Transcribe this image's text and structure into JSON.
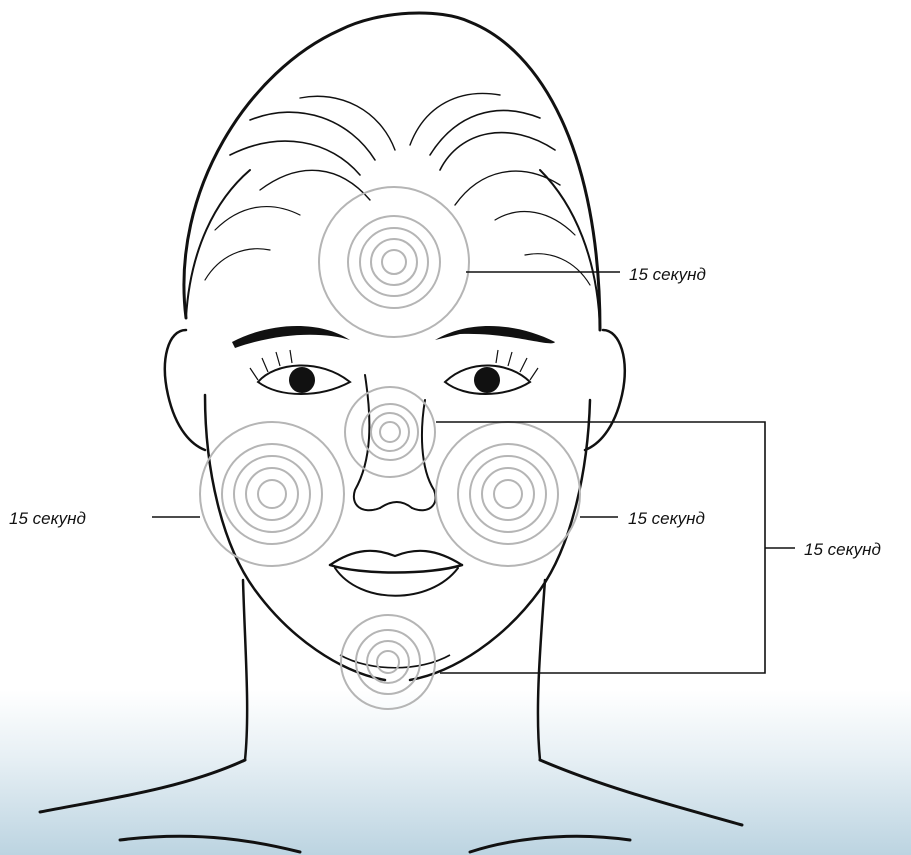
{
  "labels": {
    "forehead": "15 секунд",
    "left_cheek": "15 секунд",
    "right_cheek": "15 секунд",
    "center_group": "15 секунд"
  },
  "zones": [
    {
      "name": "forehead-zone"
    },
    {
      "name": "nose-bridge-zone"
    },
    {
      "name": "left-cheek-zone"
    },
    {
      "name": "right-cheek-zone"
    },
    {
      "name": "chin-zone"
    }
  ],
  "colors": {
    "outline": "#111111",
    "zone_ring": "#b5b5b5",
    "background_bottom": "#bcd4e1"
  }
}
